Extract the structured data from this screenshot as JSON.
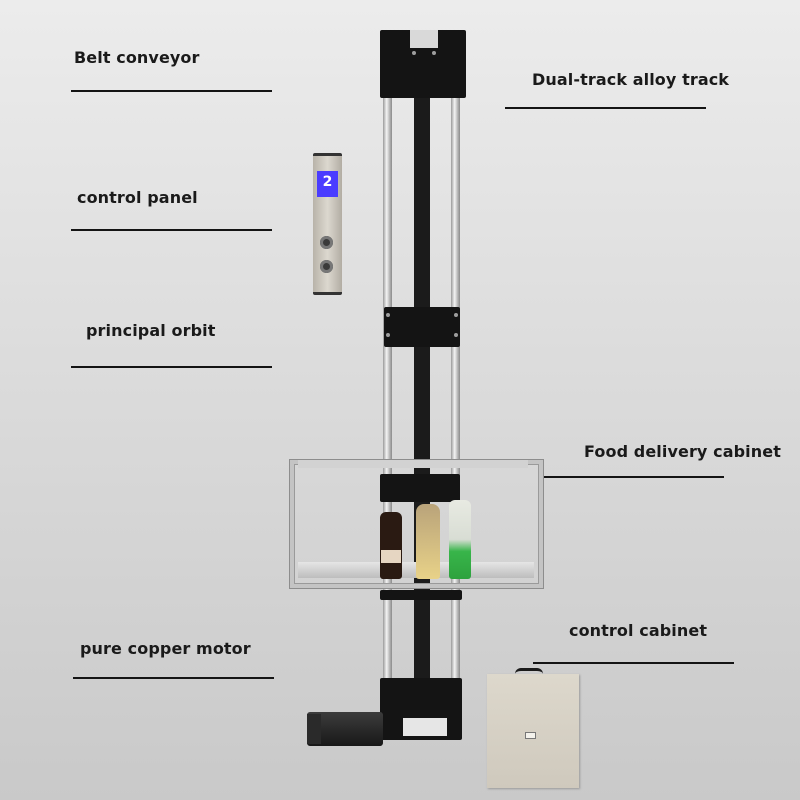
{
  "image": {
    "subject": "Vertical food dumbwaiter lift with labeled components",
    "background_color": "#dcdcdc",
    "label_color": "#1a1a1a"
  },
  "labels": [
    {
      "id": "belt-conveyor",
      "text": "Belt conveyor"
    },
    {
      "id": "dual-track",
      "text": "Dual-track alloy track"
    },
    {
      "id": "control-panel",
      "text": "control panel"
    },
    {
      "id": "principal-orbit",
      "text": "principal orbit"
    },
    {
      "id": "food-cabinet",
      "text": "Food delivery cabinet"
    },
    {
      "id": "copper-motor",
      "text": "pure copper motor"
    },
    {
      "id": "control-cabinet",
      "text": "control cabinet"
    }
  ],
  "control_panel": {
    "display_floor": "2",
    "display_color": "#4a3cff"
  }
}
